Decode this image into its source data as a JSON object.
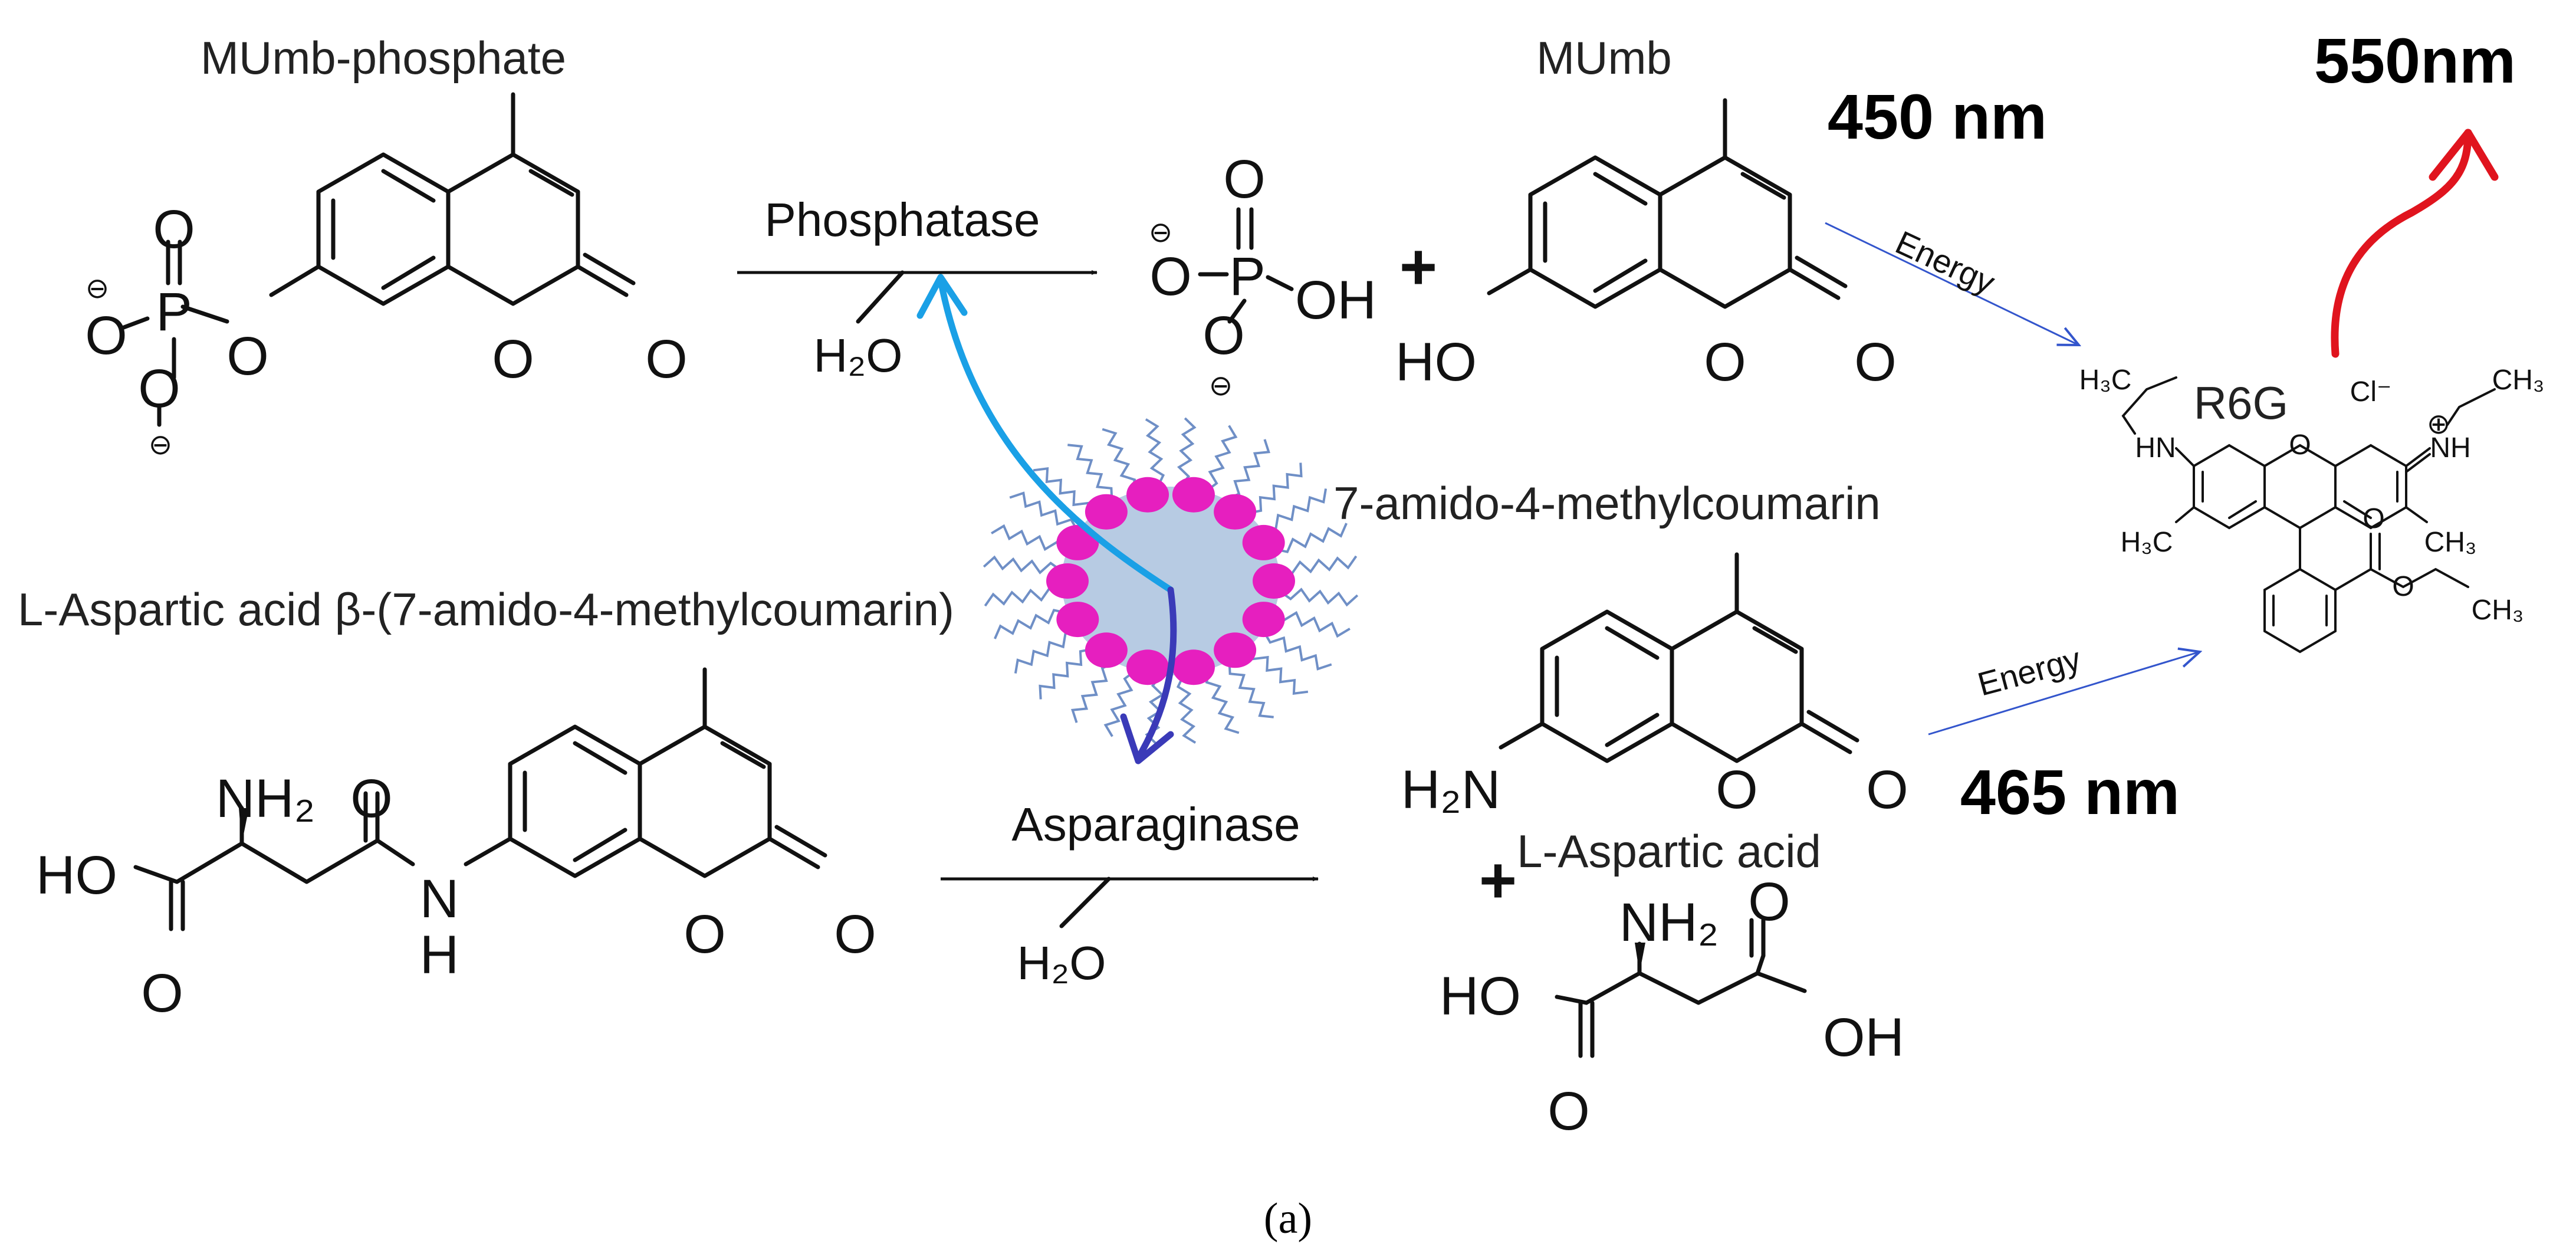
{
  "labels": {
    "mumb_phosphate": "MUmb-phosphate",
    "mumb": "MUmb",
    "asp_amc": "L-Aspartic acid β-(7-amido-4-methylcoumarin)",
    "amc": "7-amido-4-methylcoumarin",
    "asp_acid": "L-Aspartic acid",
    "r6g": "R6G"
  },
  "enzymes": {
    "phosphatase": "Phosphatase",
    "asparaginase": "Asparaginase",
    "water": "H₂O"
  },
  "wavelengths": {
    "mumb_emission": "450 nm",
    "amc_emission": "465 nm",
    "r6g_emission": "550nm"
  },
  "energy_label": "Energy",
  "plus": "+",
  "caption": "(a)",
  "atoms": {
    "O": "O",
    "OH": "OH",
    "HO": "HO",
    "P": "P",
    "NH2": "NH₂",
    "N": "N",
    "H": "H",
    "H2N": "H₂N",
    "minus": "⊖",
    "plus_charge": "⊕",
    "HN": "HN",
    "NH_plus": "NH",
    "H3C": "H₃C",
    "CH3": "CH₃",
    "Cl": "Cl⁻"
  },
  "colors": {
    "energy_arrow": "#3355cc",
    "emission_arrow": "#e0141e",
    "phosphatase_arrow": "#1aa0e6",
    "asparaginase_arrow": "#3a3ab8",
    "nanoparticle_core": "#b7cbe3",
    "nanoparticle_beads": "#e61fbf",
    "ligand_tails": "#6f8fc6"
  }
}
